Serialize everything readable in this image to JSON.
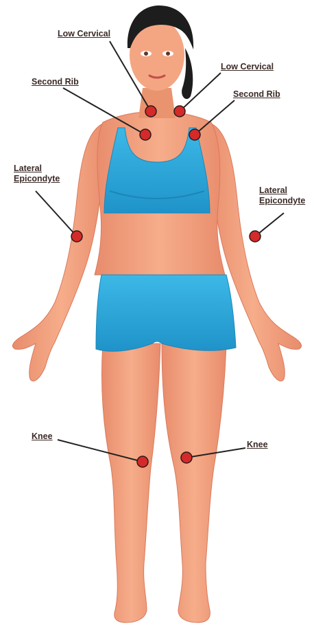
{
  "colors": {
    "skin": "#f3a27f",
    "skin_shadow": "#e08466",
    "garment": "#2aa8dc",
    "garment_shadow": "#1c86b8",
    "hair": "#1d1d1d",
    "marker": "#d42a2a",
    "leader_line": "#222222",
    "label_text": "#3a2a26"
  },
  "labels": {
    "low_cervical_left": "Low Cervical",
    "low_cervical_right": "Low Cervical",
    "second_rib_left": "Second Rib",
    "second_rib_right": "Second Rib",
    "lateral_epicondyte_left": [
      "Lateral",
      "Epicondyte"
    ],
    "lateral_epicondyte_right": [
      "Lateral",
      "Epicondyte"
    ],
    "knee_left": "Knee",
    "knee_right": "Knee"
  },
  "icons": [
    "tender-point-marker"
  ]
}
